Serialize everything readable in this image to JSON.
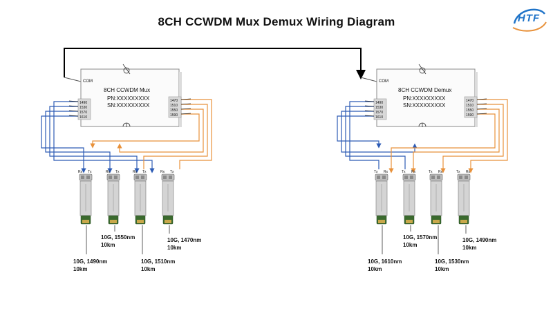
{
  "title": "8CH CCWDM Mux Demux Wiring Diagram",
  "logo": {
    "text": "HTF",
    "color": "#1f73c8"
  },
  "colors": {
    "rx_line": "#2c5bb5",
    "tx_line": "#e8913a",
    "fiber": "#000000",
    "box_stroke": "#888888"
  },
  "mux": {
    "name": "8CH CCWDM Mux",
    "pn": "PN:XXXXXXXXX",
    "sn": "SN:XXXXXXXXX",
    "com_label": "COM",
    "left_ports": [
      "1490",
      "1530",
      "1570",
      "1610"
    ],
    "right_ports": [
      "1470",
      "1510",
      "1550",
      "1590"
    ],
    "modules": [
      {
        "label1": "Rx",
        "label2": "Tx",
        "spec_line1": "10G, 1490nm",
        "spec_line2": "10km"
      },
      {
        "label1": "Rx",
        "label2": "Tx",
        "spec_line1": "10G, 1550nm",
        "spec_line2": "10km"
      },
      {
        "label1": "Rx",
        "label2": "Tx",
        "spec_line1": "10G, 1510nm",
        "spec_line2": "10km"
      },
      {
        "label1": "Rx",
        "label2": "Tx",
        "spec_line1": "10G, 1470nm",
        "spec_line2": "10km"
      }
    ]
  },
  "demux": {
    "name": "8CH CCWDM Demux",
    "pn": "PN:XXXXXXXXX",
    "sn": "SN:XXXXXXXXX",
    "com_label": "COM",
    "left_ports": [
      "1490",
      "1530",
      "1570",
      "1610"
    ],
    "right_ports": [
      "1470",
      "1510",
      "1550",
      "1590"
    ],
    "modules": [
      {
        "label1": "Tx",
        "label2": "Rx",
        "spec_line1": "10G, 1610nm",
        "spec_line2": "10km"
      },
      {
        "label1": "Tx",
        "label2": "Rx",
        "spec_line1": "10G, 1570nm",
        "spec_line2": "10km"
      },
      {
        "label1": "Tx",
        "label2": "Rx",
        "spec_line1": "10G, 1530nm",
        "spec_line2": "10km"
      },
      {
        "label1": "Tx",
        "label2": "Rx",
        "spec_line1": "10G, 1490nm",
        "spec_line2": "10km"
      }
    ]
  }
}
